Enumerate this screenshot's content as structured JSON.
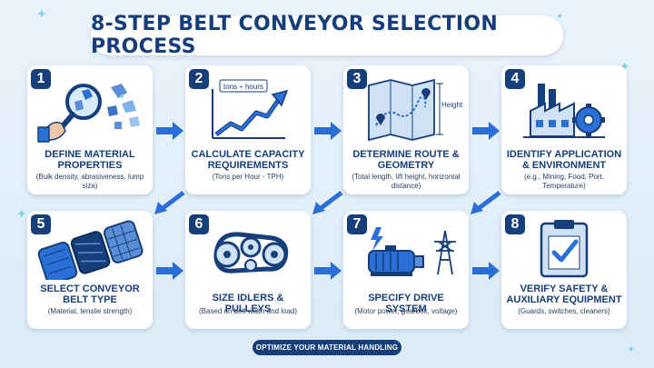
{
  "title": "8-STEP BELT CONVEYOR SELECTION PROCESS",
  "steps": [
    {
      "number": "1",
      "title": "DEFINE MATERIAL PROPERTIES",
      "description": "(Bulk density, abrasiveness, lump siza)",
      "icon": "magnifier-rocks-icon"
    },
    {
      "number": "2",
      "title": "CALCULATE CAPACITY REQUIREMENTS",
      "description": "(Tons per Hour - TPH)",
      "icon": "rising-chart-icon",
      "icon_label": "tons ÷ hours"
    },
    {
      "number": "3",
      "title": "DETERMINE ROUTE & GEOMETRY",
      "description": "(Total length, lift height, horizontal distance)",
      "icon": "route-map-icon",
      "icon_label": "Height"
    },
    {
      "number": "4",
      "title": "IDENTIFY APPLICATION & ENVIRONMENT",
      "description": "(e.g., Mining, Food, Port, Temperature)",
      "icon": "factory-gear-icon"
    },
    {
      "number": "5",
      "title": "SELECT CONVEYOR BELT TYPE",
      "description": "(Material, tenslie strength)",
      "icon": "conveyor-belts-icon"
    },
    {
      "number": "6",
      "title": "SIZE IDLERS & PULLEYS",
      "description": "(Based on belt width and load)",
      "icon": "pulleys-icon"
    },
    {
      "number": "7",
      "title": "SPECIFY DRIVE SYSTEM",
      "description": "(Motor power, gearbox, voltage)",
      "icon": "motor-pylon-icon"
    },
    {
      "number": "8",
      "title": "VERIFY SAFETY & AUXILIARY EQUIPMENT",
      "description": "(Guards, switches, cleaners)",
      "icon": "checklist-clipboard-icon"
    }
  ],
  "footer": "OPTIMIZE YOUR MATERIAL HANDLING",
  "colors": {
    "navy": "#163e7a",
    "blue": "#2a6fd6",
    "light_blue": "#cfe1f6",
    "accent_cyan": "#7fd3e6"
  }
}
